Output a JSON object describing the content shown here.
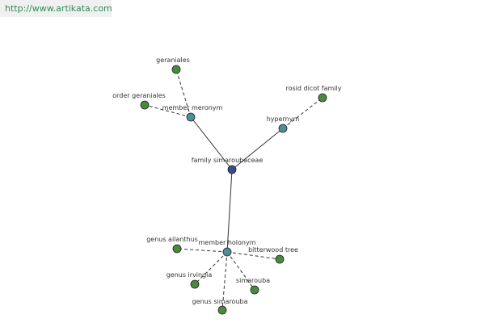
{
  "watermark": {
    "text": "http://www.artikata.com"
  },
  "graph": {
    "colors": {
      "center": "#3b4a8c",
      "relation": "#4f8e96",
      "leaf": "#4a8a3c"
    },
    "nodes": [
      {
        "id": "center",
        "kind": "center",
        "label": "family simaroubaceae"
      },
      {
        "id": "meronym",
        "kind": "relation",
        "label": "member meronym"
      },
      {
        "id": "hypernym",
        "kind": "relation",
        "label": "hypernym"
      },
      {
        "id": "holonym",
        "kind": "relation",
        "label": "member holonym"
      },
      {
        "id": "geraniales",
        "kind": "leaf",
        "label": "geraniales"
      },
      {
        "id": "order-geraniales",
        "kind": "leaf",
        "label": "order geraniales"
      },
      {
        "id": "rosid",
        "kind": "leaf",
        "label": "rosid dicot family"
      },
      {
        "id": "ailanthus",
        "kind": "leaf",
        "label": "genus ailanthus"
      },
      {
        "id": "bitterwood",
        "kind": "leaf",
        "label": "bitterwood tree"
      },
      {
        "id": "irvingia",
        "kind": "leaf",
        "label": "genus irvingia"
      },
      {
        "id": "simarouba",
        "kind": "leaf",
        "label": "simarouba"
      },
      {
        "id": "genus-simarouba",
        "kind": "leaf",
        "label": "genus simarouba"
      }
    ],
    "edges": [
      {
        "from": "center",
        "to": "meronym",
        "style": "solid"
      },
      {
        "from": "center",
        "to": "hypernym",
        "style": "solid"
      },
      {
        "from": "center",
        "to": "holonym",
        "style": "solid"
      },
      {
        "from": "meronym",
        "to": "geraniales",
        "style": "dashed"
      },
      {
        "from": "meronym",
        "to": "order-geraniales",
        "style": "dashed"
      },
      {
        "from": "hypernym",
        "to": "rosid",
        "style": "dashed"
      },
      {
        "from": "holonym",
        "to": "ailanthus",
        "style": "dashed"
      },
      {
        "from": "holonym",
        "to": "bitterwood",
        "style": "dashed"
      },
      {
        "from": "holonym",
        "to": "irvingia",
        "style": "dashed"
      },
      {
        "from": "holonym",
        "to": "simarouba",
        "style": "dashed"
      },
      {
        "from": "holonym",
        "to": "genus-simarouba",
        "style": "dashed"
      }
    ]
  }
}
